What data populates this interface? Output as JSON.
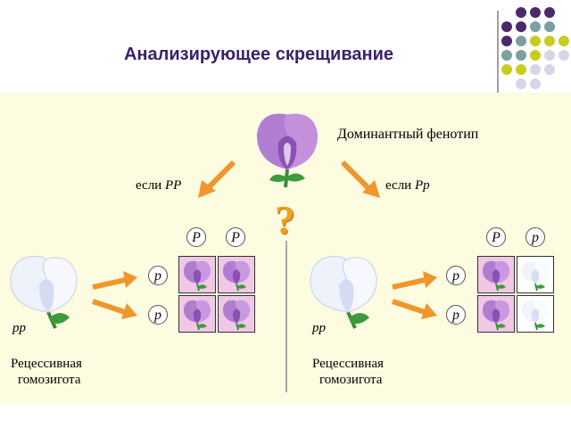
{
  "title": "Анализирующее скрещивание",
  "colors": {
    "purple": "#4a2a6a",
    "teal": "#7aa0a0",
    "yellow": "#c8cc20",
    "light": "#d6d6e6",
    "arrow": "#f0962c",
    "flower_purple": "#b07ed0",
    "cell_pink": "#f0c8e6"
  },
  "top": {
    "phenotype_label": "Доминантный фенотип",
    "left_branch_prefix": "если",
    "left_branch_genotype": "PP",
    "right_branch_prefix": "если",
    "right_branch_genotype": "Pp",
    "question_mark": "?"
  },
  "left_cross": {
    "parent_genotype": "pp",
    "parent_label_line1": "Рецессивная",
    "parent_label_line2": "гомозигота",
    "gametes_top": [
      "P",
      "P"
    ],
    "gametes_side": [
      "p",
      "p"
    ],
    "cells": [
      "purple",
      "purple",
      "purple",
      "purple"
    ]
  },
  "right_cross": {
    "parent_genotype": "pp",
    "parent_label_line1": "Рецессивная",
    "parent_label_line2": "гомозигота",
    "gametes_top": [
      "P",
      "p"
    ],
    "gametes_side": [
      "p",
      "p"
    ],
    "cells": [
      "purple",
      "white",
      "purple",
      "white"
    ]
  },
  "icons": [
    "purple-flower-icon",
    "white-flower-icon",
    "orange-arrow-icon"
  ]
}
